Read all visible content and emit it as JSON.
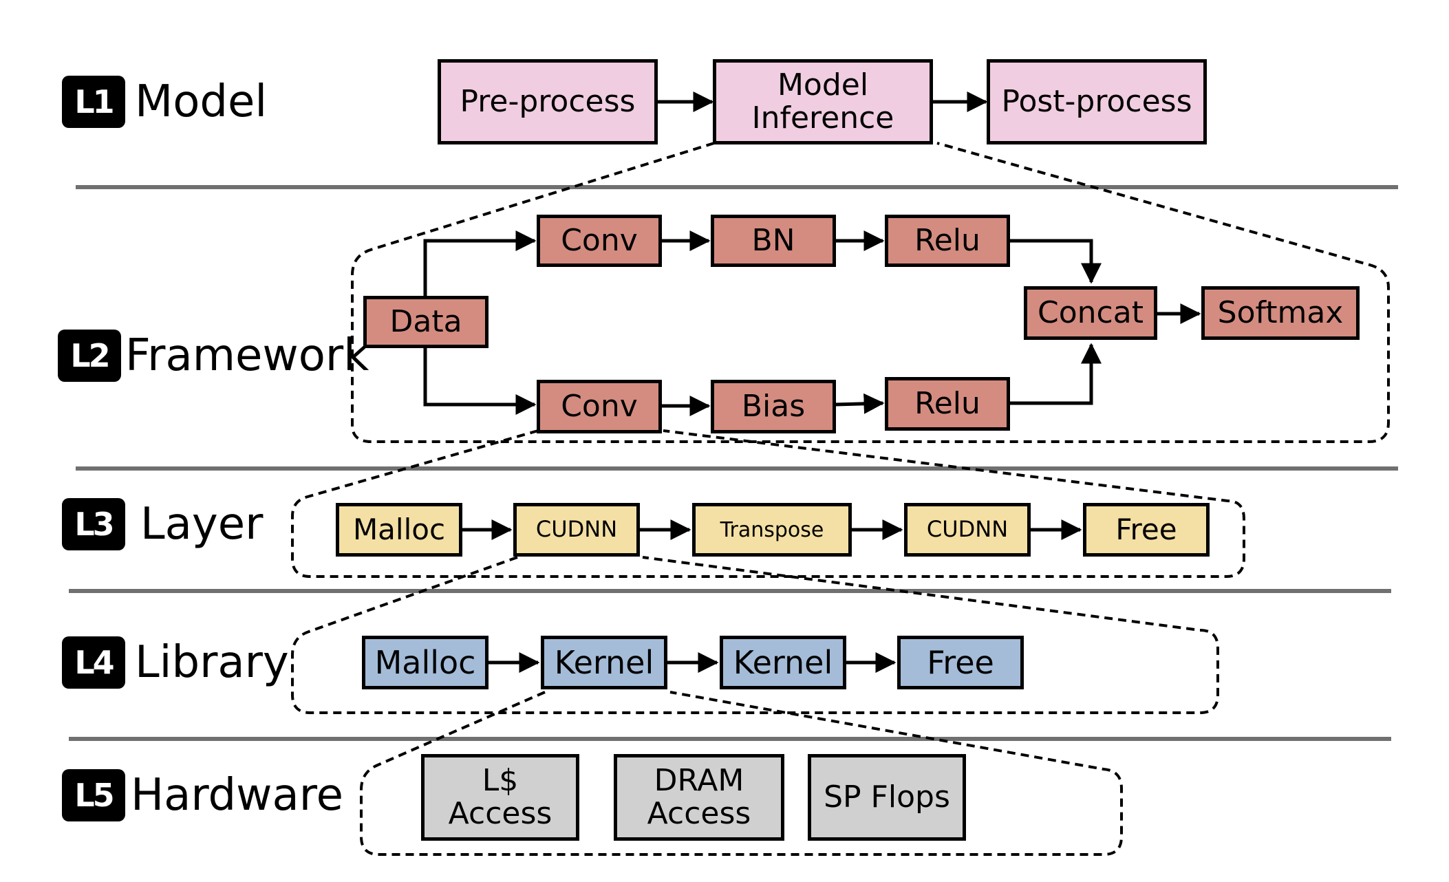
{
  "levels": [
    {
      "badge": "L1",
      "name": "Model"
    },
    {
      "badge": "L2",
      "name": "Framework"
    },
    {
      "badge": "L3",
      "name": "Layer"
    },
    {
      "badge": "L4",
      "name": "Library"
    },
    {
      "badge": "L5",
      "name": "Hardware"
    }
  ],
  "nodes": {
    "pre_process": "Pre-process",
    "model_inference": "Model\nInference",
    "post_process": "Post-process",
    "data": "Data",
    "conv_top": "Conv",
    "bn": "BN",
    "relu_top": "Relu",
    "concat": "Concat",
    "softmax": "Softmax",
    "conv_bottom": "Conv",
    "bias": "Bias",
    "relu_bottom": "Relu",
    "malloc_l3": "Malloc",
    "cudnn_1": "CUDNN",
    "transpose": "Transpose",
    "cudnn_2": "CUDNN",
    "free_l3": "Free",
    "malloc_l4": "Malloc",
    "kernel_1": "Kernel",
    "kernel_2": "Kernel",
    "free_l4": "Free",
    "l_cache_access": "L$\nAccess",
    "dram_access": "DRAM\nAccess",
    "sp_flops": "SP Flops"
  },
  "colors": {
    "model": "#f0cde0",
    "framework": "#d48c80",
    "layer": "#f4e0a4",
    "library": "#a4bcd8",
    "hardware": "#d0d0d0",
    "separator": "#707070"
  }
}
